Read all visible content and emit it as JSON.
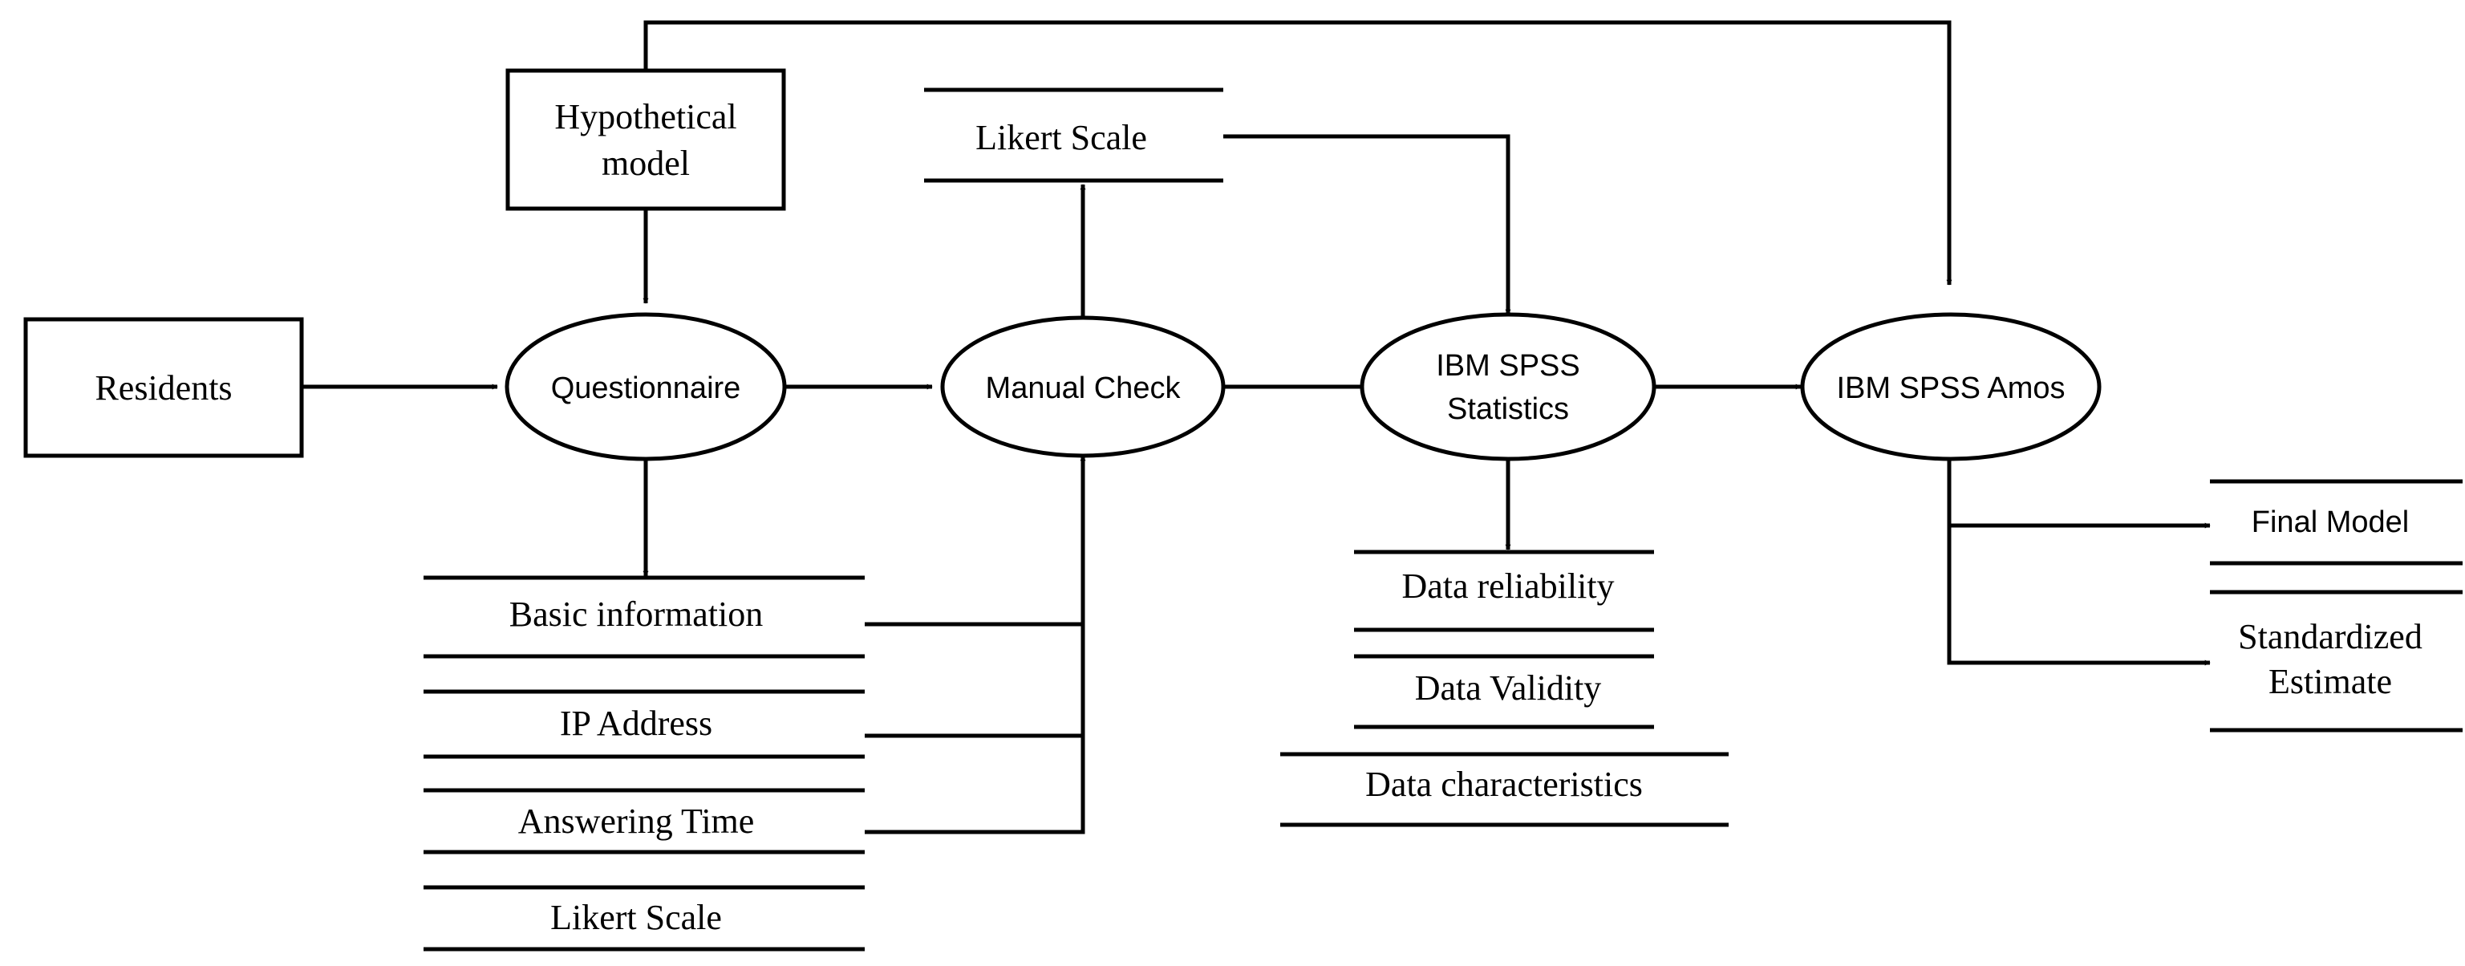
{
  "nodes": {
    "residents": "Residents",
    "hypothetical_model": [
      "Hypothetical",
      "model"
    ],
    "questionnaire": "Questionnaire",
    "manual_check": "Manual Check",
    "spss_statistics": [
      "IBM SPSS",
      "Statistics"
    ],
    "spss_amos": "IBM SPSS Amos"
  },
  "datastores": {
    "likert_top": "Likert Scale",
    "basic_information": "Basic information",
    "ip_address": "IP Address",
    "answering_time": "Answering Time",
    "likert_bottom": "Likert Scale",
    "data_reliability": "Data reliability",
    "data_validity": "Data Validity",
    "data_characteristics": "Data characteristics",
    "final_model": "Final Model",
    "standardized_estimate": [
      "Standardized",
      "Estimate"
    ]
  }
}
